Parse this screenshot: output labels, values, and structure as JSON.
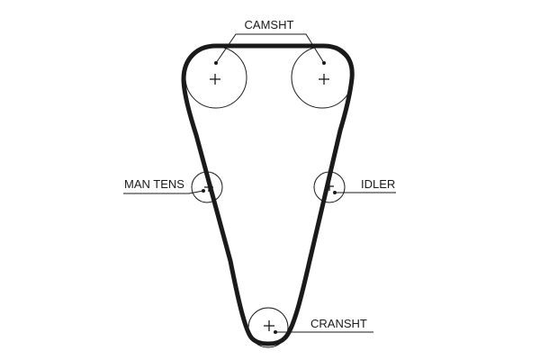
{
  "labels": {
    "camshaft": "CAMSHT",
    "manual_tensioner": "MAN TENS",
    "idler": "IDLER",
    "crankshaft": "CRANSHT"
  },
  "pulleys": [
    {
      "id": "camshaft-left",
      "icon": "plus-center-mark"
    },
    {
      "id": "camshaft-right",
      "icon": "plus-center-mark"
    },
    {
      "id": "manual-tensioner",
      "icon": "plus-center-mark"
    },
    {
      "id": "idler",
      "icon": "plus-center-mark"
    },
    {
      "id": "crankshaft",
      "icon": "plus-center-mark"
    }
  ],
  "colors": {
    "line": "#1a1a1a",
    "background": "#ffffff"
  }
}
